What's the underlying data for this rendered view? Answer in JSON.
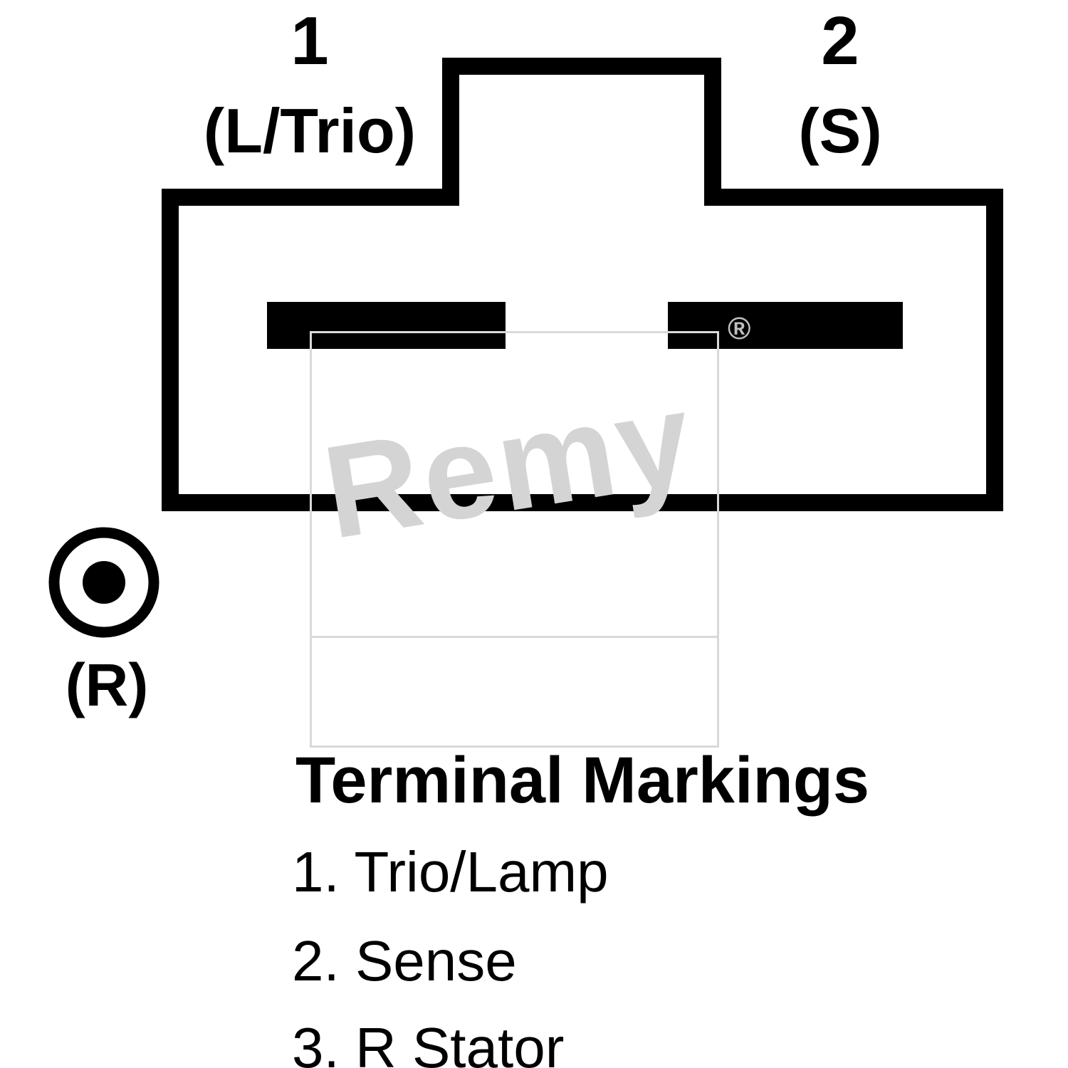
{
  "colors": {
    "line": "#000000",
    "background": "#ffffff",
    "watermark": "#d4d4d4"
  },
  "connector": {
    "pin1_number": "1",
    "pin1_label": "(L/Trio)",
    "pin2_number": "2",
    "pin2_label": "(S)"
  },
  "r_terminal": {
    "label": "(R)"
  },
  "watermark": {
    "text": "Remy",
    "registered": "®"
  },
  "legend": {
    "title": "Terminal Markings",
    "items": [
      "1. Trio/Lamp",
      "2. Sense",
      "3. R Stator"
    ]
  }
}
